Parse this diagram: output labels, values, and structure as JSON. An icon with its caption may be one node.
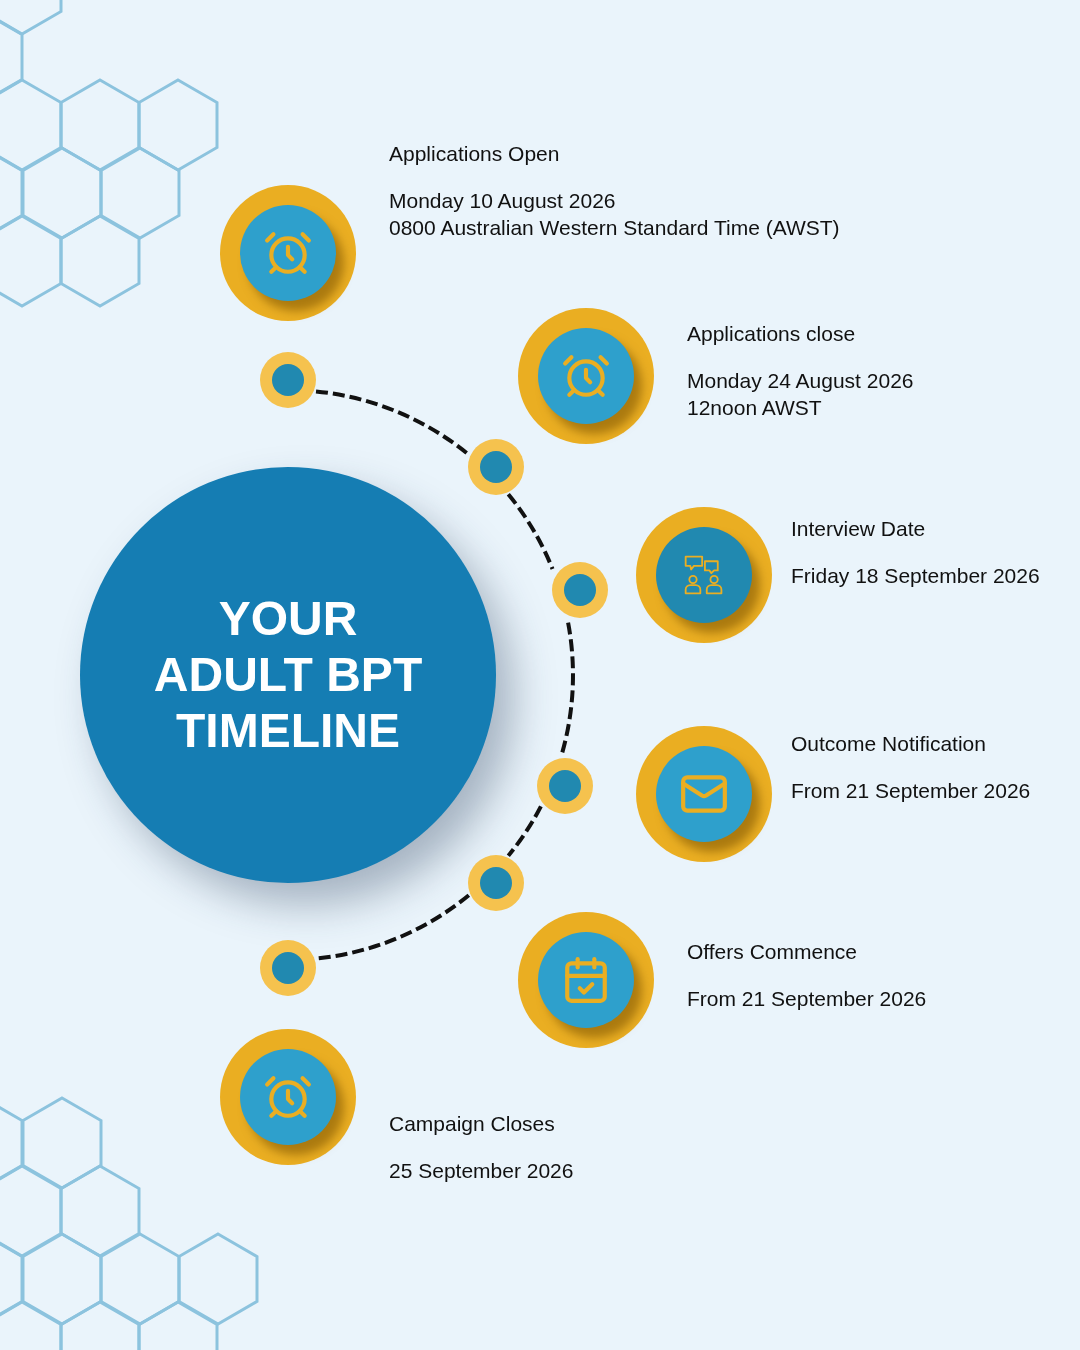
{
  "diagram": {
    "nodes": [
      {
        "text": [
          "YOUR ADULT BPT TIMELINE"
        ]
      },
      {
        "text": [],
        "shape": "circle",
        "beside": [
          "Applications Open",
          "Monday 10 August 2026",
          "0800 Australian Western Standard Time (AWST)"
        ]
      },
      {
        "text": [],
        "shape": "circle",
        "beside": [
          "Applications close",
          "Monday 24 August 2026",
          "12noon AWST"
        ]
      },
      {
        "text": [],
        "shape": "circle",
        "beside": [
          "Interview Date",
          "Friday 18 September 2026"
        ]
      },
      {
        "text": [],
        "shape": "circle",
        "beside": [
          "Outcome Notification",
          "From 21 September 2026"
        ]
      },
      {
        "text": [],
        "shape": "circle",
        "beside": [
          "Offers Commence",
          "From 21 September 2026"
        ]
      },
      {
        "text": [],
        "shape": "circle",
        "beside": [
          "Campaign Closes",
          "25 September 2026"
        ]
      },
      {
        "text": [],
        "shape": "circle"
      },
      {
        "text": [],
        "shape": "circle"
      },
      {
        "text": [],
        "shape": "circle"
      },
      {
        "text": [],
        "shape": "circle"
      },
      {
        "text": [],
        "shape": "circle"
      },
      {
        "text": [],
        "shape": "circle"
      }
    ],
    "edges": [
      {
        "from": 7,
        "to": 8,
        "arrow": "none",
        "style": "dashed"
      },
      {
        "from": 8,
        "to": 9,
        "arrow": "none",
        "style": "dashed"
      },
      {
        "from": 9,
        "to": 10,
        "arrow": "none",
        "style": "dashed"
      },
      {
        "from": 10,
        "to": 11,
        "arrow": "none",
        "style": "dashed"
      },
      {
        "from": 11,
        "to": 12,
        "arrow": "none",
        "style": "dashed"
      }
    ]
  }
}
